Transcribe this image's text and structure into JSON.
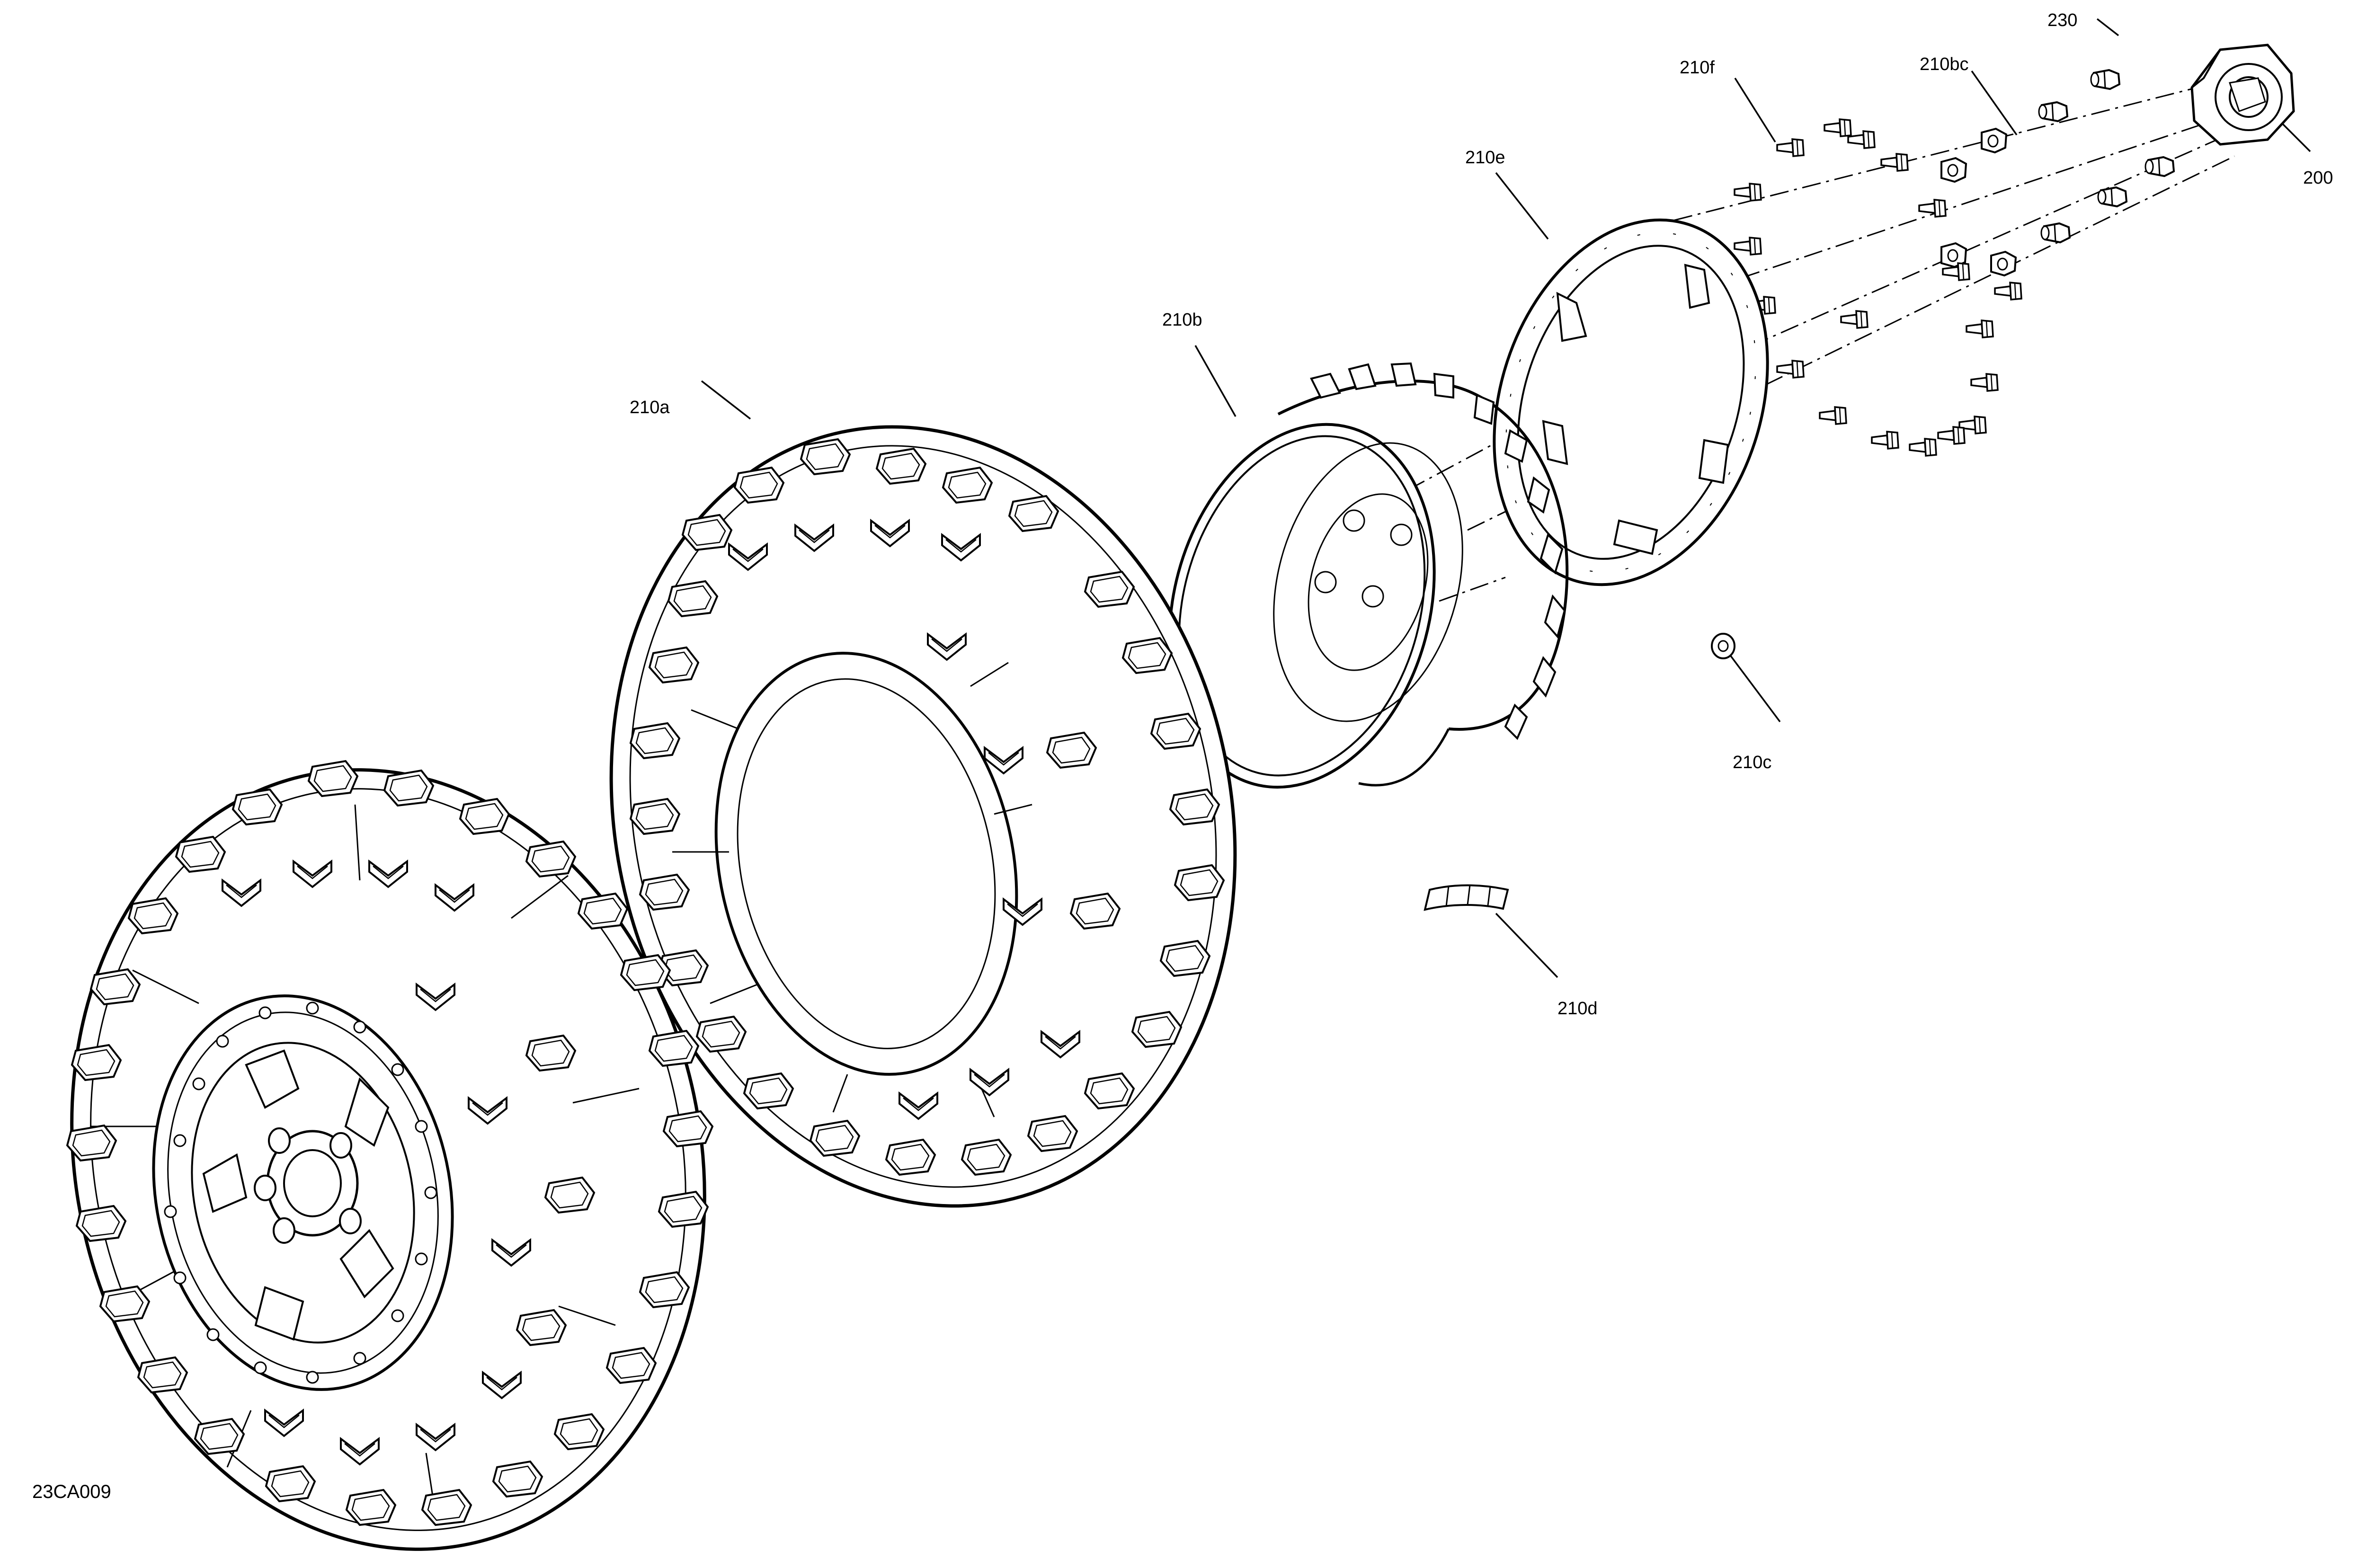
{
  "figure_code": "23CA009",
  "callouts": {
    "c200": "200",
    "c230": "230",
    "c210bc": "210bc",
    "c210f": "210f",
    "c210e": "210e",
    "c210b": "210b",
    "c210a": "210a",
    "c210c": "210c",
    "c210d": "210d"
  },
  "colors": {
    "line": "#000000",
    "background": "#ffffff"
  }
}
